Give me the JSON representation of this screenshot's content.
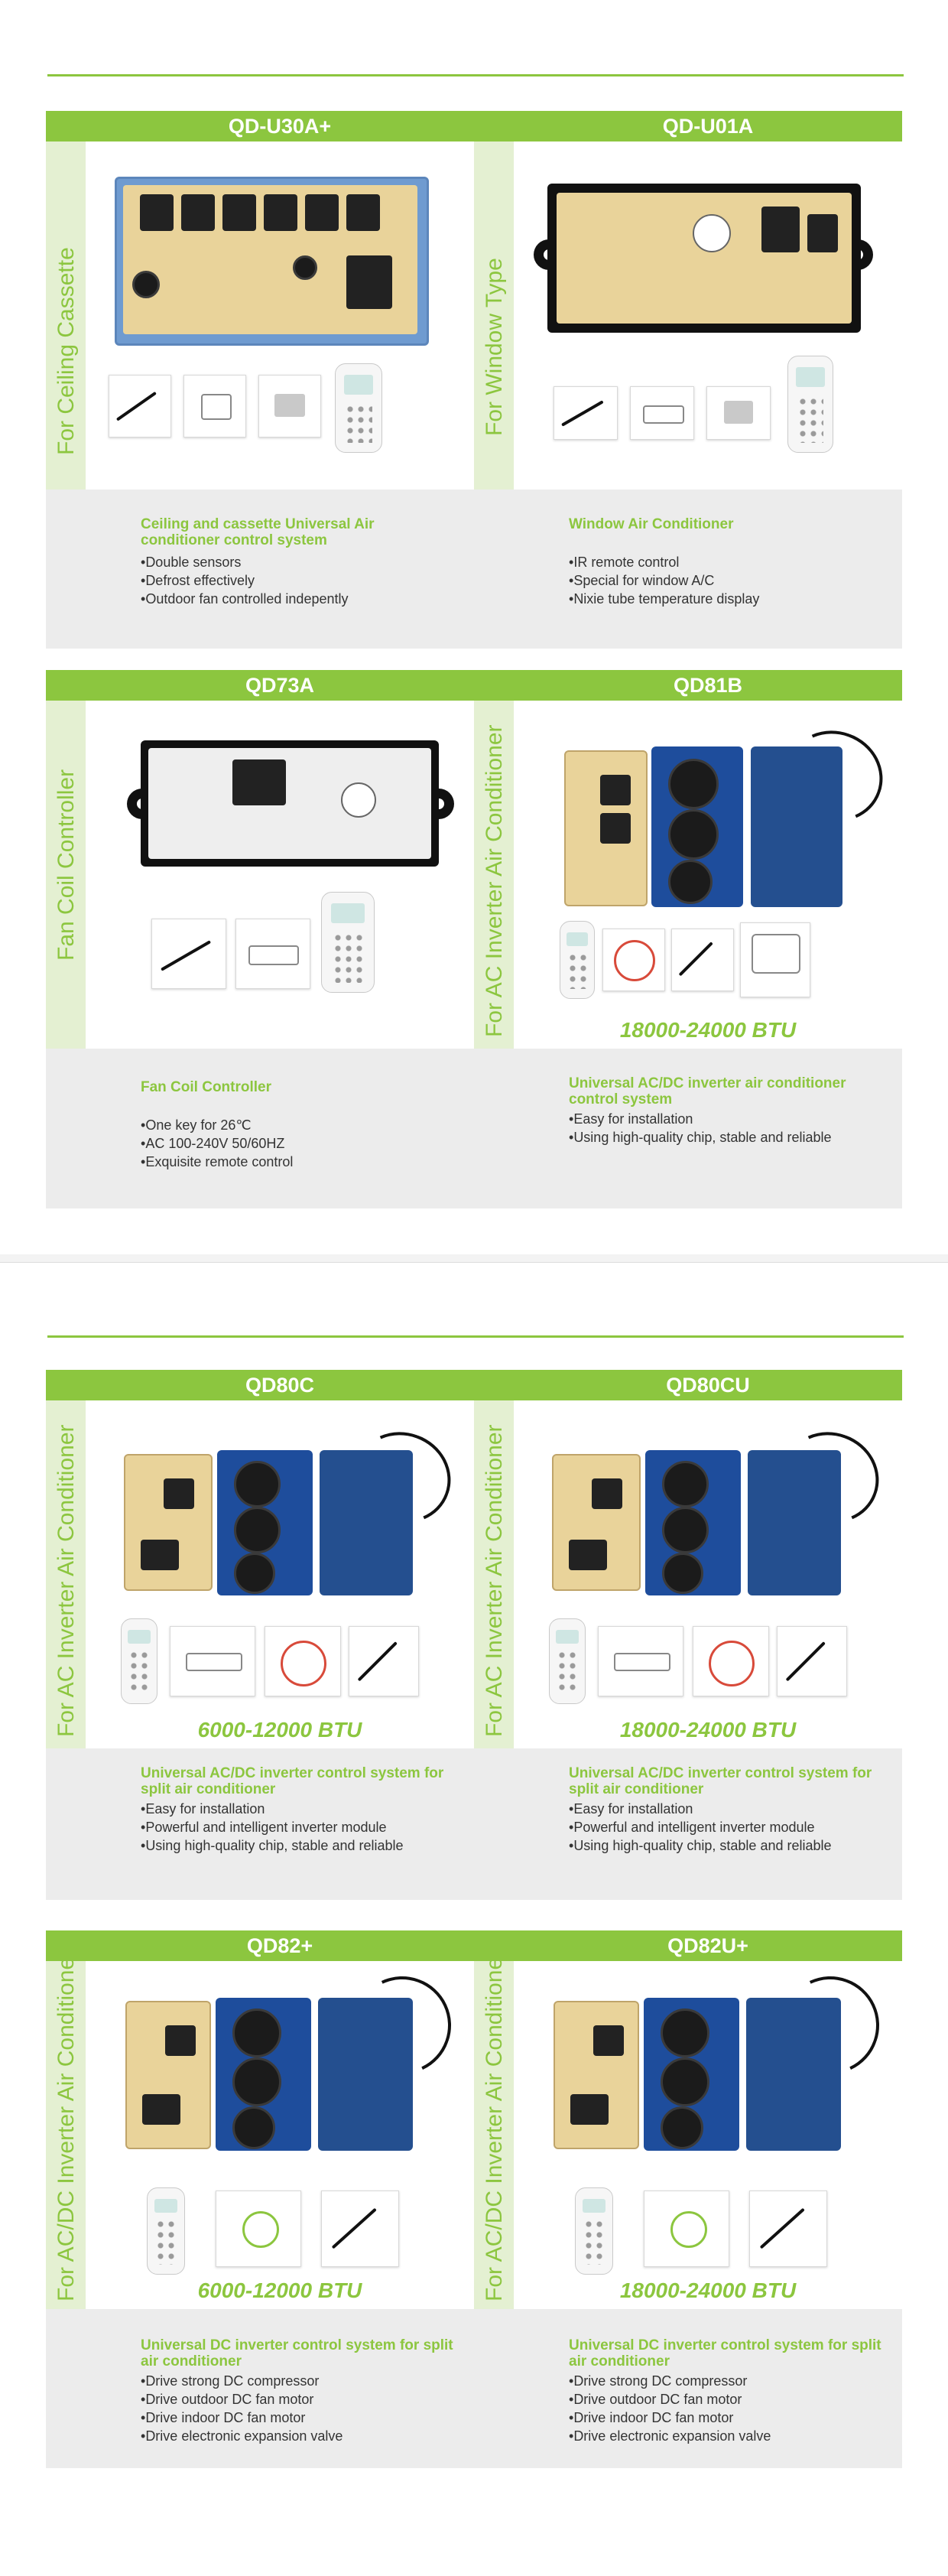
{
  "cards": [
    {
      "id": "qd-u30a",
      "title": "QD-U30A+",
      "category": "For Ceiling Cassette",
      "desc_title": "Ceiling and cassette Universal Air conditioner control system",
      "features": [
        "Double sensors",
        "Defrost effectively",
        "Outdoor fan controlled indepently"
      ]
    },
    {
      "id": "qd-u01a",
      "title": "QD-U01A",
      "category": "For Window Type",
      "desc_title": "Window Air Conditioner",
      "features": [
        "IR remote control",
        "Special for window A/C",
        "Nixie tube temperature display"
      ]
    },
    {
      "id": "qd73a",
      "title": "QD73A",
      "category": "Fan Coil Controller",
      "desc_title": "Fan Coil Controller",
      "features": [
        "One key for 26℃",
        "AC 100-240V 50/60HZ",
        "Exquisite remote control"
      ]
    },
    {
      "id": "qd81b",
      "title": "QD81B",
      "category": "For AC Inverter Air Conditioner",
      "btu": "18000-24000 BTU",
      "desc_title": "Universal AC/DC inverter air conditioner control system",
      "features": [
        "Easy for installation",
        "Using high-quality chip, stable and reliable"
      ]
    },
    {
      "id": "qd80c",
      "title": "QD80C",
      "category": "For AC Inverter Air Conditioner",
      "btu": "6000-12000 BTU",
      "desc_title": "Universal AC/DC inverter control system for split air conditioner",
      "features": [
        "Easy for installation",
        "Powerful and intelligent inverter module",
        "Using high-quality chip, stable and reliable"
      ]
    },
    {
      "id": "qd80cu",
      "title": "QD80CU",
      "category": "For AC Inverter Air Conditioner",
      "btu": "18000-24000 BTU",
      "desc_title": "Universal AC/DC inverter control system for split air conditioner",
      "features": [
        "Easy for installation",
        "Powerful and intelligent inverter module",
        "Using high-quality chip, stable and reliable"
      ]
    },
    {
      "id": "qd82",
      "title": "QD82+",
      "category": "For AC/DC Inverter Air Conditioner",
      "btu": "6000-12000 BTU",
      "desc_title": "Universal DC inverter control system for split air conditioner",
      "features": [
        "Drive strong DC compressor",
        "Drive outdoor DC fan motor",
        "Drive indoor DC fan motor",
        "Drive electronic expansion valve"
      ]
    },
    {
      "id": "qd82u",
      "title": "QD82U+",
      "category": "For AC/DC Inverter Air Conditioner",
      "btu": "18000-24000 BTU",
      "desc_title": "Universal DC inverter control system for split air conditioner",
      "features": [
        "Drive strong DC compressor",
        "Drive outdoor DC fan motor",
        "Drive indoor DC fan motor",
        "Drive electronic expansion valve"
      ]
    }
  ],
  "colors": {
    "accent": "#8cc63f",
    "side_band": "#e4f0d2",
    "desc_bg": "#ececec"
  }
}
